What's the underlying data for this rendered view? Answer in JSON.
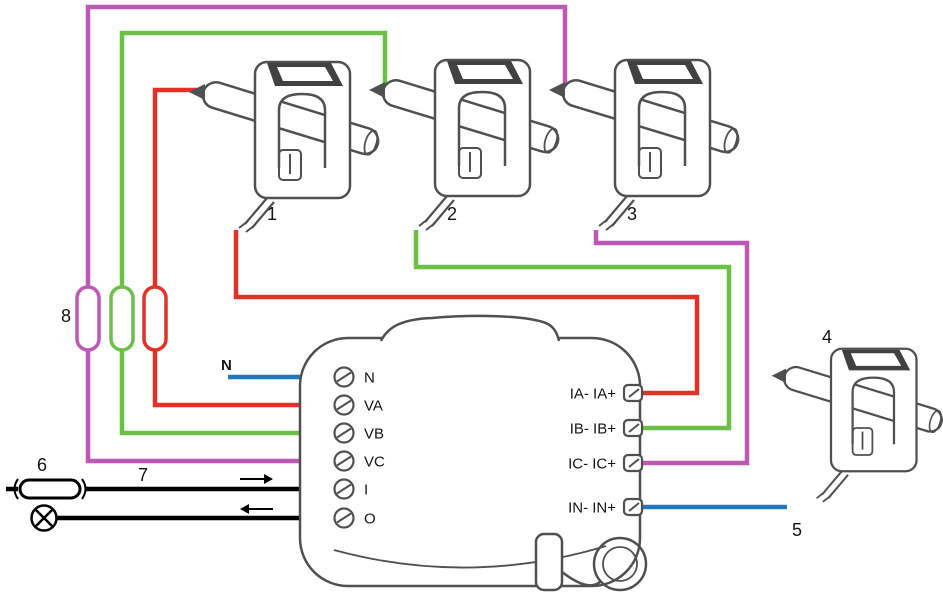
{
  "colors": {
    "red": "#e23227",
    "green": "#6cbf47",
    "magenta": "#bd58b6",
    "blue": "#2278bd",
    "navy": "#17365d",
    "black": "#000000",
    "grey": "#4f5052",
    "dark_fill": "#414143"
  },
  "labels": {
    "ct1": "1",
    "ct2": "2",
    "ct3": "3",
    "ct4": "4",
    "neutral_ct_wire": "5",
    "breaker": "6",
    "supply_wires": "7",
    "wire_loops": "8",
    "neutral_wire": "N"
  },
  "device": {
    "left_terminals": [
      "N",
      "VA",
      "VB",
      "VC",
      "I",
      "O"
    ],
    "right_terminals": [
      "IA- IA+",
      "IB- IB+",
      "IC- IC+",
      "IN- IN+"
    ]
  }
}
